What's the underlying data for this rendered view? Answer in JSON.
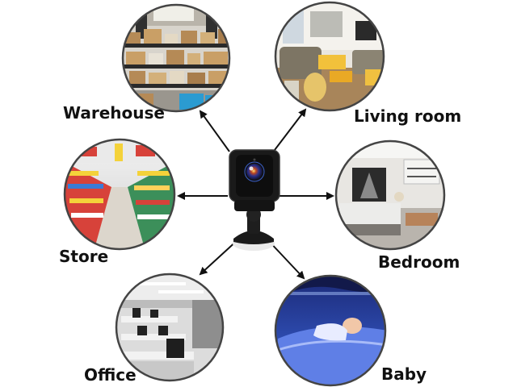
{
  "diagram": {
    "center": {
      "icon": "mini-security-camera-icon"
    },
    "locations": [
      {
        "id": "warehouse",
        "label": "Warehouse",
        "icon": "warehouse-shelves-icon"
      },
      {
        "id": "living-room",
        "label": "Living room",
        "icon": "living-room-sofa-icon"
      },
      {
        "id": "store",
        "label": "Store",
        "icon": "supermarket-aisle-icon"
      },
      {
        "id": "bedroom",
        "label": "Bedroom",
        "icon": "bedroom-bed-icon"
      },
      {
        "id": "office",
        "label": "Office",
        "icon": "office-desks-icon"
      },
      {
        "id": "baby",
        "label": "Baby",
        "icon": "sleeping-baby-icon"
      }
    ]
  },
  "colors": {
    "arrow": "#111111",
    "camera_body": "#1a1a1a",
    "lens_ring": "#3a5fc8",
    "label_text": "#111111"
  }
}
